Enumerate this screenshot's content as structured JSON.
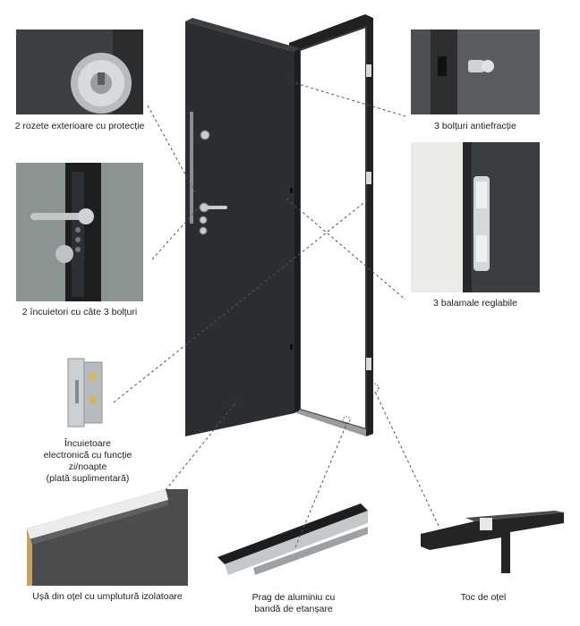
{
  "captions": {
    "rosettes": "2 rozete exterioare cu protecție",
    "bolts": "3 bolțuri antiefracție",
    "locks": "2 încuietori cu câte 3 bolțuri",
    "hinges": "3 balamale reglabile",
    "electric_lock_1": "Încuietoare",
    "electric_lock_2": "electronică cu funcție",
    "electric_lock_3": "zi/noapte",
    "electric_lock_4": "(plată suplimentară)",
    "door_panel": "Ușă din oțel cu umplutură izolatoare",
    "threshold_1": "Prag de aluminiu cu",
    "threshold_2": "bandă de etanșare",
    "frame": "Toc de oțel"
  },
  "colors": {
    "door": "#2a2d2f",
    "frame": "#1f2123",
    "leader_line": "#555555",
    "metal": "#c9ccce"
  }
}
